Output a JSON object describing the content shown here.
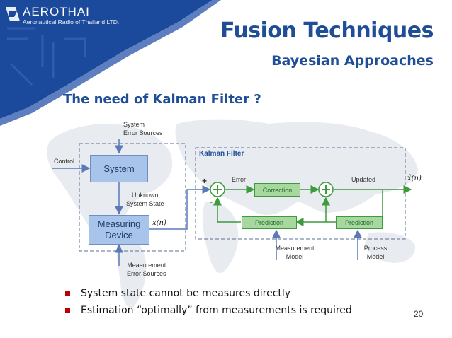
{
  "logo": {
    "name": "AEROTHAI",
    "subtitle": "Aeronautical Radio of Thailand LTD."
  },
  "title": "Fusion Techniques",
  "subtitle": "Bayesian Approaches",
  "heading": "The need of Kalman Filter ?",
  "diagram": {
    "system_error_sources": [
      "System",
      "Error Sources"
    ],
    "control": "Control",
    "system": "System",
    "unknown_state": [
      "Unknown",
      "System State"
    ],
    "measuring_device": [
      "Measuring",
      "Device"
    ],
    "x_n": "x(n)",
    "measurement_error_sources": [
      "Measurement",
      "Error Sources"
    ],
    "kalman_filter": "Kalman Filter",
    "plus": "+",
    "minus": "-",
    "error": "Error",
    "correction": "Correction",
    "updated": "Updated",
    "x_hat_n": "x̂(n)",
    "prediction": "Prediction",
    "measurement_model": [
      "Measurement",
      "Model"
    ],
    "process_model": [
      "Process",
      "Model"
    ]
  },
  "bullets": [
    "System state cannot be measures directly",
    "Estimation “optimally” from measurements is required"
  ],
  "page_number": "20",
  "colors": {
    "title_blue": "#1f4e96",
    "banner_blue": "#1b4a9c",
    "box_blue": "#a9c4ea",
    "box_green": "#a8d8a0",
    "line_green": "#3d9a3d",
    "bullet_red": "#c00000"
  }
}
